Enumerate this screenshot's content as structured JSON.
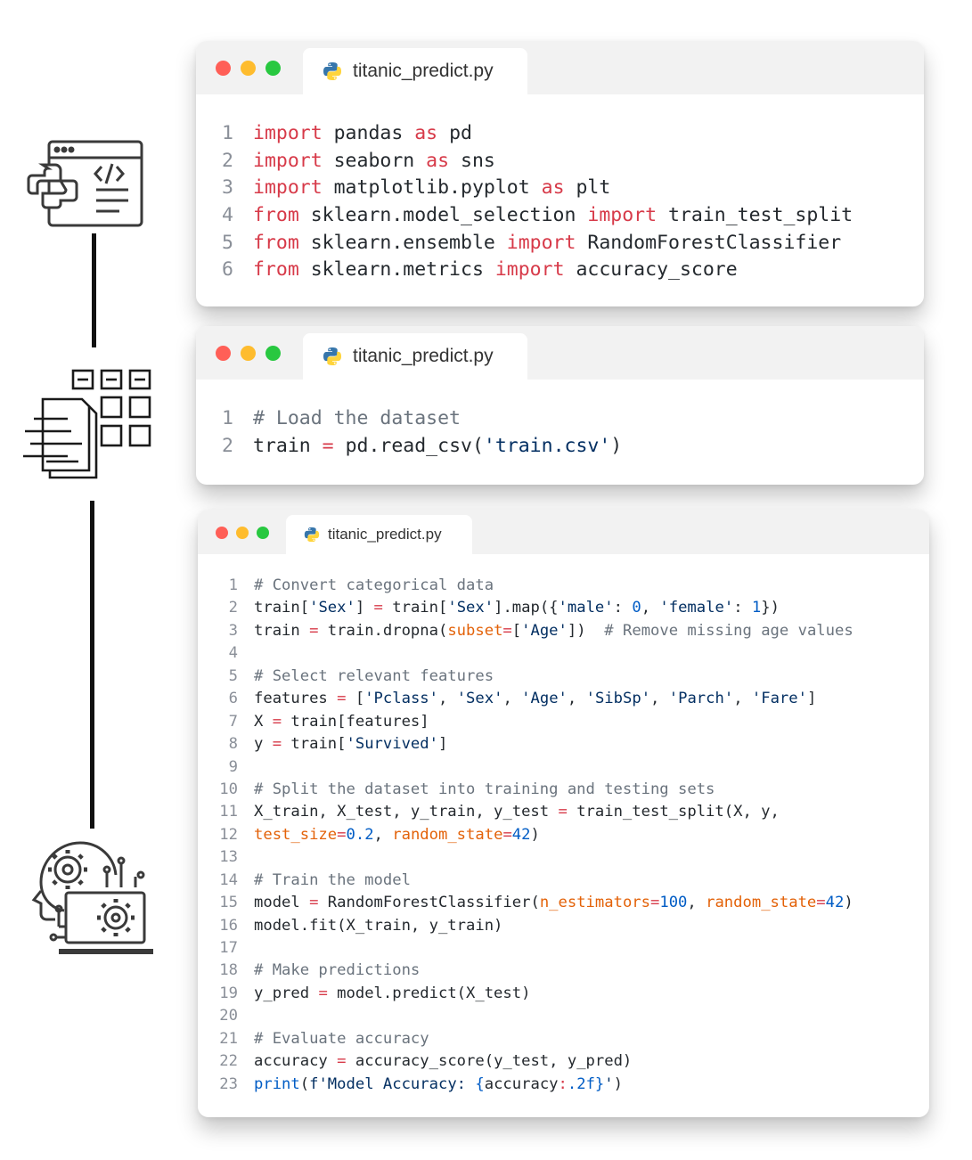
{
  "windows": [
    {
      "filename": "titanic_predict.py",
      "lines": [
        [
          [
            "kw",
            "import"
          ],
          [
            "t",
            " pandas "
          ],
          [
            "kw",
            "as"
          ],
          [
            "t",
            " pd"
          ]
        ],
        [
          [
            "kw",
            "import"
          ],
          [
            "t",
            " seaborn "
          ],
          [
            "kw",
            "as"
          ],
          [
            "t",
            " sns"
          ]
        ],
        [
          [
            "kw",
            "import"
          ],
          [
            "t",
            " matplotlib.pyplot "
          ],
          [
            "kw",
            "as"
          ],
          [
            "t",
            " plt"
          ]
        ],
        [
          [
            "kw",
            "from"
          ],
          [
            "t",
            " sklearn.model_selection "
          ],
          [
            "kw",
            "import"
          ],
          [
            "t",
            " train_test_split"
          ]
        ],
        [
          [
            "kw",
            "from"
          ],
          [
            "t",
            " sklearn.ensemble "
          ],
          [
            "kw",
            "import"
          ],
          [
            "t",
            " RandomForestClassifier"
          ]
        ],
        [
          [
            "kw",
            "from"
          ],
          [
            "t",
            " sklearn.metrics "
          ],
          [
            "kw",
            "import"
          ],
          [
            "t",
            " accuracy_score"
          ]
        ]
      ]
    },
    {
      "filename": "titanic_predict.py",
      "lines": [
        [
          [
            "cm",
            "# Load the dataset"
          ]
        ],
        [
          [
            "t",
            "train "
          ],
          [
            "op",
            "="
          ],
          [
            "t",
            " pd.read_csv("
          ],
          [
            "str",
            "'train.csv'"
          ],
          [
            "t",
            ")"
          ]
        ]
      ]
    },
    {
      "filename": "titanic_predict.py",
      "lines": [
        [
          [
            "cm",
            "# Convert categorical data"
          ]
        ],
        [
          [
            "t",
            "train["
          ],
          [
            "str",
            "'Sex'"
          ],
          [
            "t",
            "] "
          ],
          [
            "op",
            "="
          ],
          [
            "t",
            " train["
          ],
          [
            "str",
            "'Sex'"
          ],
          [
            "t",
            "].map({"
          ],
          [
            "str",
            "'male'"
          ],
          [
            "t",
            ": "
          ],
          [
            "num",
            "0"
          ],
          [
            "t",
            ", "
          ],
          [
            "str",
            "'female'"
          ],
          [
            "t",
            ": "
          ],
          [
            "num",
            "1"
          ],
          [
            "t",
            "})"
          ]
        ],
        [
          [
            "t",
            "train "
          ],
          [
            "op",
            "="
          ],
          [
            "t",
            " train.dropna("
          ],
          [
            "param",
            "subset"
          ],
          [
            "op",
            "="
          ],
          [
            "t",
            "["
          ],
          [
            "str",
            "'Age'"
          ],
          [
            "t",
            "])  "
          ],
          [
            "cm",
            "# Remove missing age values"
          ]
        ],
        [],
        [
          [
            "cm",
            "# Select relevant features"
          ]
        ],
        [
          [
            "t",
            "features "
          ],
          [
            "op",
            "="
          ],
          [
            "t",
            " ["
          ],
          [
            "str",
            "'Pclass'"
          ],
          [
            "t",
            ", "
          ],
          [
            "str",
            "'Sex'"
          ],
          [
            "t",
            ", "
          ],
          [
            "str",
            "'Age'"
          ],
          [
            "t",
            ", "
          ],
          [
            "str",
            "'SibSp'"
          ],
          [
            "t",
            ", "
          ],
          [
            "str",
            "'Parch'"
          ],
          [
            "t",
            ", "
          ],
          [
            "str",
            "'Fare'"
          ],
          [
            "t",
            "]"
          ]
        ],
        [
          [
            "t",
            "X "
          ],
          [
            "op",
            "="
          ],
          [
            "t",
            " train[features]"
          ]
        ],
        [
          [
            "t",
            "y "
          ],
          [
            "op",
            "="
          ],
          [
            "t",
            " train["
          ],
          [
            "str",
            "'Survived'"
          ],
          [
            "t",
            "]"
          ]
        ],
        [],
        [
          [
            "cm",
            "# Split the dataset into training and testing sets"
          ]
        ],
        [
          [
            "t",
            "X_train, X_test, y_train, y_test "
          ],
          [
            "op",
            "="
          ],
          [
            "t",
            " train_test_split(X, y,"
          ]
        ],
        [
          [
            "param",
            "test_size"
          ],
          [
            "op",
            "="
          ],
          [
            "num",
            "0.2"
          ],
          [
            "t",
            ", "
          ],
          [
            "param",
            "random_state"
          ],
          [
            "op",
            "="
          ],
          [
            "num",
            "42"
          ],
          [
            "t",
            ")"
          ]
        ],
        [],
        [
          [
            "cm",
            "# Train the model"
          ]
        ],
        [
          [
            "t",
            "model "
          ],
          [
            "op",
            "="
          ],
          [
            "t",
            " RandomForestClassifier("
          ],
          [
            "param",
            "n_estimators"
          ],
          [
            "op",
            "="
          ],
          [
            "num",
            "100"
          ],
          [
            "t",
            ", "
          ],
          [
            "param",
            "random_state"
          ],
          [
            "op",
            "="
          ],
          [
            "num",
            "42"
          ],
          [
            "t",
            ")"
          ]
        ],
        [
          [
            "t",
            "model.fit(X_train, y_train)"
          ]
        ],
        [],
        [
          [
            "cm",
            "# Make predictions"
          ]
        ],
        [
          [
            "t",
            "y_pred "
          ],
          [
            "op",
            "="
          ],
          [
            "t",
            " model.predict(X_test)"
          ]
        ],
        [],
        [
          [
            "cm",
            "# Evaluate accuracy"
          ]
        ],
        [
          [
            "t",
            "accuracy "
          ],
          [
            "op",
            "="
          ],
          [
            "t",
            " accuracy_score(y_test, y_pred)"
          ]
        ],
        [
          [
            "fn",
            "print"
          ],
          [
            "t",
            "("
          ],
          [
            "str",
            "f'Model Accuracy: "
          ],
          [
            "num",
            "{"
          ],
          [
            "t",
            "accuracy"
          ],
          [
            "op",
            ":"
          ],
          [
            "num",
            ".2f}"
          ],
          [
            "str",
            "'"
          ],
          [
            "t",
            ")"
          ]
        ]
      ]
    }
  ],
  "icons": [
    "code-window-icon",
    "data-grid-documents-icon",
    "ai-head-laptop-gear-icon"
  ],
  "colors": {
    "keyword": "#d73a49",
    "string": "#032f62",
    "number": "#005cc5",
    "param": "#e36209",
    "comment": "#6a737d",
    "dot_red": "#ff5f57",
    "dot_yellow": "#febc2e",
    "dot_green": "#28c840"
  }
}
